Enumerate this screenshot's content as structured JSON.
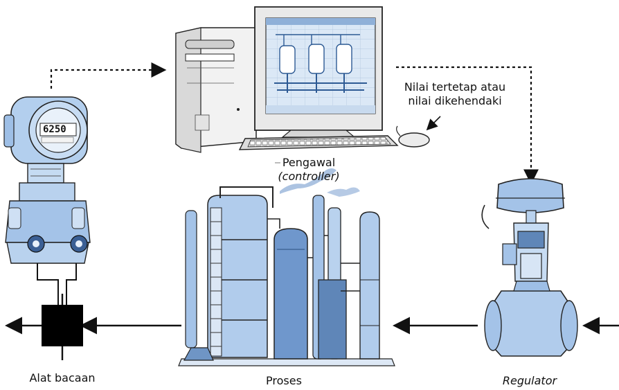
{
  "labels": {
    "setpoint_line1": "Nilai tertetap atau",
    "setpoint_line2": "nilai dikehendaki",
    "controller_line1": "Pengawal",
    "controller_line2": "(controller)",
    "transmitter": "Alat bacaan",
    "process": "Proses",
    "regulator": "Regulator"
  },
  "devices": {
    "transmitter_display": "6250"
  },
  "colors": {
    "equipment_blue": "#a9c8ea",
    "equipment_dark": "#5f86b8",
    "outline": "#1a1a1a",
    "sensor_block": "#000000"
  }
}
